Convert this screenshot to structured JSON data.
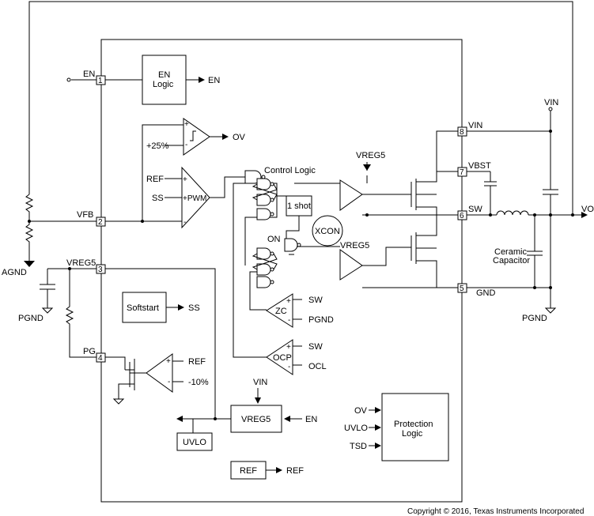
{
  "pins": [
    {
      "num": "1",
      "name": "EN"
    },
    {
      "num": "2",
      "name": "VFB"
    },
    {
      "num": "3",
      "name": "VREG5"
    },
    {
      "num": "4",
      "name": "PG"
    },
    {
      "num": "5",
      "name": "GND"
    },
    {
      "num": "6",
      "name": "SW"
    },
    {
      "num": "7",
      "name": "VBST"
    },
    {
      "num": "8",
      "name": "VIN"
    }
  ],
  "blocks": {
    "en_logic": {
      "line1": "EN",
      "line2": "Logic",
      "output": "EN"
    },
    "ov_comp": {
      "plus": "+",
      "minus": "-",
      "threshold": "+25%",
      "output": "OV"
    },
    "pwm": {
      "in_ref": "REF",
      "in_ss": "SS",
      "label": "+PWM",
      "minus": "-"
    },
    "control_logic": "Control Logic",
    "one_shot": "1 shot",
    "on": "ON",
    "xcon": "XCON",
    "vreg5_top": "VREG5",
    "vreg5_mid": "VREG5",
    "zc": {
      "label": "ZC",
      "in1": "SW",
      "in2": "PGND",
      "plus": "+",
      "minus": "-"
    },
    "ocp": {
      "label": "OCP",
      "in1": "SW",
      "out": "OCL",
      "plus": "+",
      "minus": "-"
    },
    "softstart": {
      "label": "Softstart",
      "output": "SS"
    },
    "pg_comp": {
      "ref": "REF",
      "offset": "-10%",
      "plus": "+",
      "minus": "-"
    },
    "vreg5": {
      "label": "VREG5",
      "vin": "VIN",
      "en": "EN"
    },
    "uvlo": "UVLO",
    "ref": {
      "label": "REF",
      "output": "REF"
    },
    "protection": {
      "line1": "Protection",
      "line2": "Logic",
      "ov": "OV",
      "uvlo": "UVLO",
      "tsd": "TSD"
    }
  },
  "external": {
    "agnd": "AGND",
    "pgnd_left": "PGND",
    "pgnd_right": "PGND",
    "vin": "VIN",
    "vo": "VO",
    "capacitor_line1": "Ceramic",
    "capacitor_line2": "Capacitor"
  },
  "copyright": "Copyright © 2016, Texas Instruments Incorporated"
}
